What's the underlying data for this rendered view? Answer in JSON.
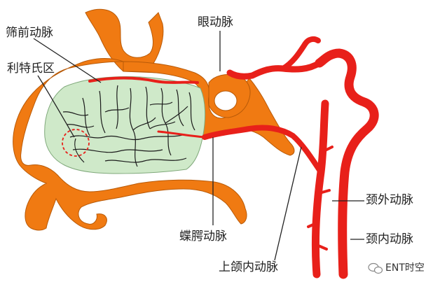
{
  "labels": {
    "anterior_ethmoidal": "筛前动脉",
    "littles_area": "利特氏区",
    "ophthalmic": "眼动脉",
    "sphenopalatine": "蝶腭动脉",
    "maxillary": "上颌内动脉",
    "external_carotid": "颈外动脉",
    "internal_carotid": "颈内动脉"
  },
  "watermark": {
    "text": "ENT时空",
    "icon": "wechat-icon"
  },
  "colors": {
    "bone": "#f07a12",
    "mucosa": "#cfe9c9",
    "artery": "#e8201a",
    "leader": "#222222",
    "littles_circle": "#e8201a"
  }
}
